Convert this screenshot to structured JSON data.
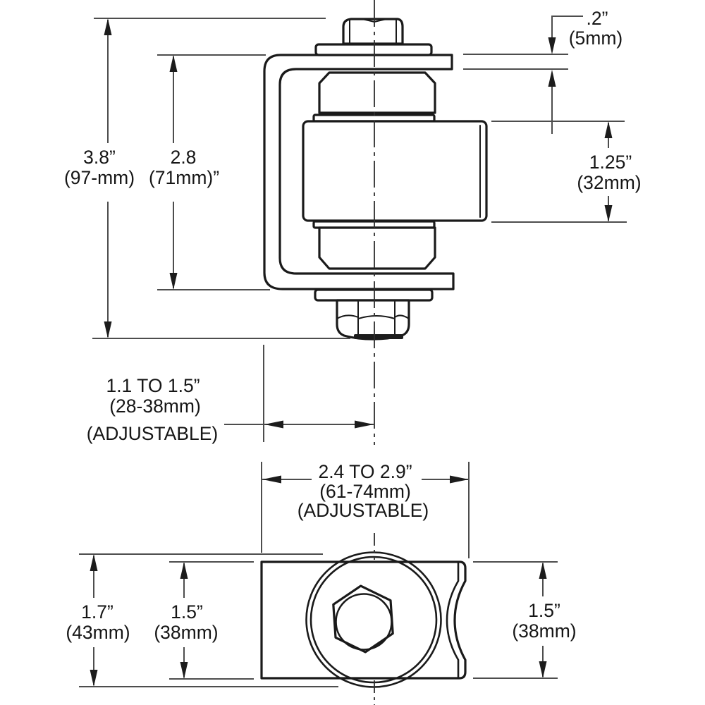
{
  "drawing": {
    "type": "hinge dimensional diagram",
    "colors": {
      "outline": "#1a1a1a",
      "dimension_line": "#4d4d4d",
      "text": "#161616",
      "background": "#ffffff"
    },
    "front_view": {
      "overall_height": {
        "value": "3.8”",
        "metric": "(97-mm)"
      },
      "inner_span": {
        "value": "2.8",
        "metric": "(71mm)”"
      },
      "bracket_thickness": {
        "value": ".2”",
        "metric": "(5mm)"
      },
      "barrel_height": {
        "value": "1.25”",
        "metric": "(32mm)"
      },
      "post_offset": {
        "value": "1.1 TO 1.5”",
        "metric": "(28-38mm)",
        "note": "(ADJUSTABLE)"
      }
    },
    "top_view": {
      "overall_width": {
        "value": "2.4 TO 2.9”",
        "metric": "(61-74mm)",
        "note": "(ADJUSTABLE)"
      },
      "overall_depth": {
        "value": "1.7”",
        "metric": "(43mm)"
      },
      "plate_depth": {
        "value": "1.5”",
        "metric": "(38mm)"
      },
      "bracket_depth": {
        "value": "1.5”",
        "metric": "(38mm)"
      }
    }
  }
}
